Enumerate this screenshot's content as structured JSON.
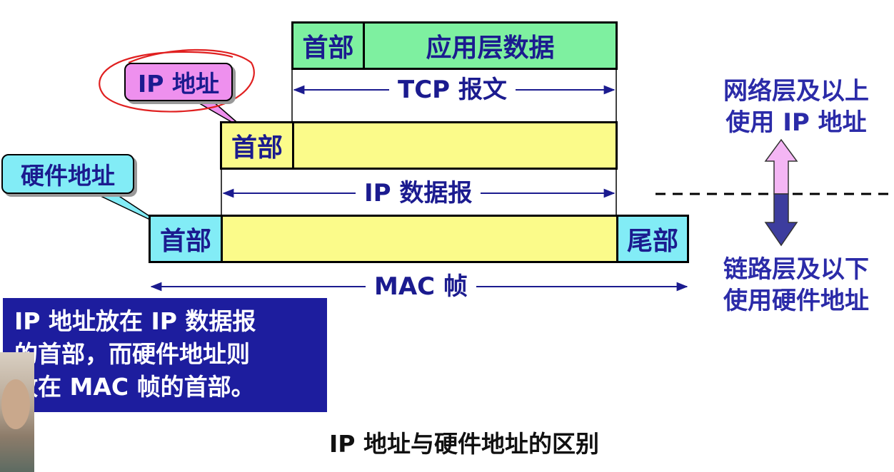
{
  "tcp": {
    "header": "首部",
    "data": "应用层数据",
    "span_label": "TCP 报文"
  },
  "ip": {
    "header": "首部",
    "span_label": "IP 数据报",
    "callout": "IP 地址"
  },
  "mac": {
    "header": "首部",
    "trailer": "尾部",
    "span_label": "MAC 帧",
    "callout": "硬件地址"
  },
  "right": {
    "upper_line1": "网络层及以上",
    "upper_line2": "使用 IP 地址",
    "lower_line1": "链路层及以下",
    "lower_line2": "使用硬件地址"
  },
  "note": {
    "line1": "IP 地址放在 IP 数据报",
    "line2": "的首部，而硬件地址则",
    "line3": "放在 MAC 帧的首部。"
  },
  "caption": "IP 地址与硬件地址的区别",
  "colors": {
    "tcp_fill": "#7ef0a0",
    "ip_fill": "#fbfb8a",
    "mac_header_fill": "#82ecf6",
    "callout_ip_fill": "#ee90ee",
    "callout_hw_fill": "#82ecf6",
    "note_bg": "#1d1d9e",
    "arrow_up_fill": "#f4b6f4",
    "arrow_down_fill": "#3d3d9e",
    "annotation_red": "#e02020"
  }
}
